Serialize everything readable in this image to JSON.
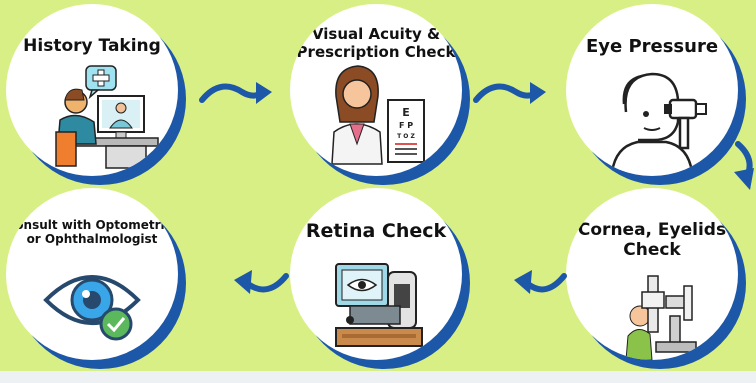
{
  "steps": [
    {
      "label": "History Taking",
      "icon": "telehealth-consultation-icon"
    },
    {
      "label": "Visual Acuity &\nPrescription Check",
      "icon": "eye-chart-doctor-icon"
    },
    {
      "label": "Eye Pressure",
      "icon": "tonometer-icon"
    },
    {
      "label": "Cornea, Eyelids\nCheck",
      "icon": "slit-lamp-icon"
    },
    {
      "label": "Retina Check",
      "icon": "retinal-scanner-icon"
    },
    {
      "label": "Consult with Optometrist\nor Ophthalmologist",
      "icon": "eye-check-icon"
    }
  ],
  "colors": {
    "background": "#d8ef85",
    "circle": "#ffffff",
    "shadow": "#1c57a8",
    "arrow": "#1c57a8",
    "text": "#111111"
  }
}
